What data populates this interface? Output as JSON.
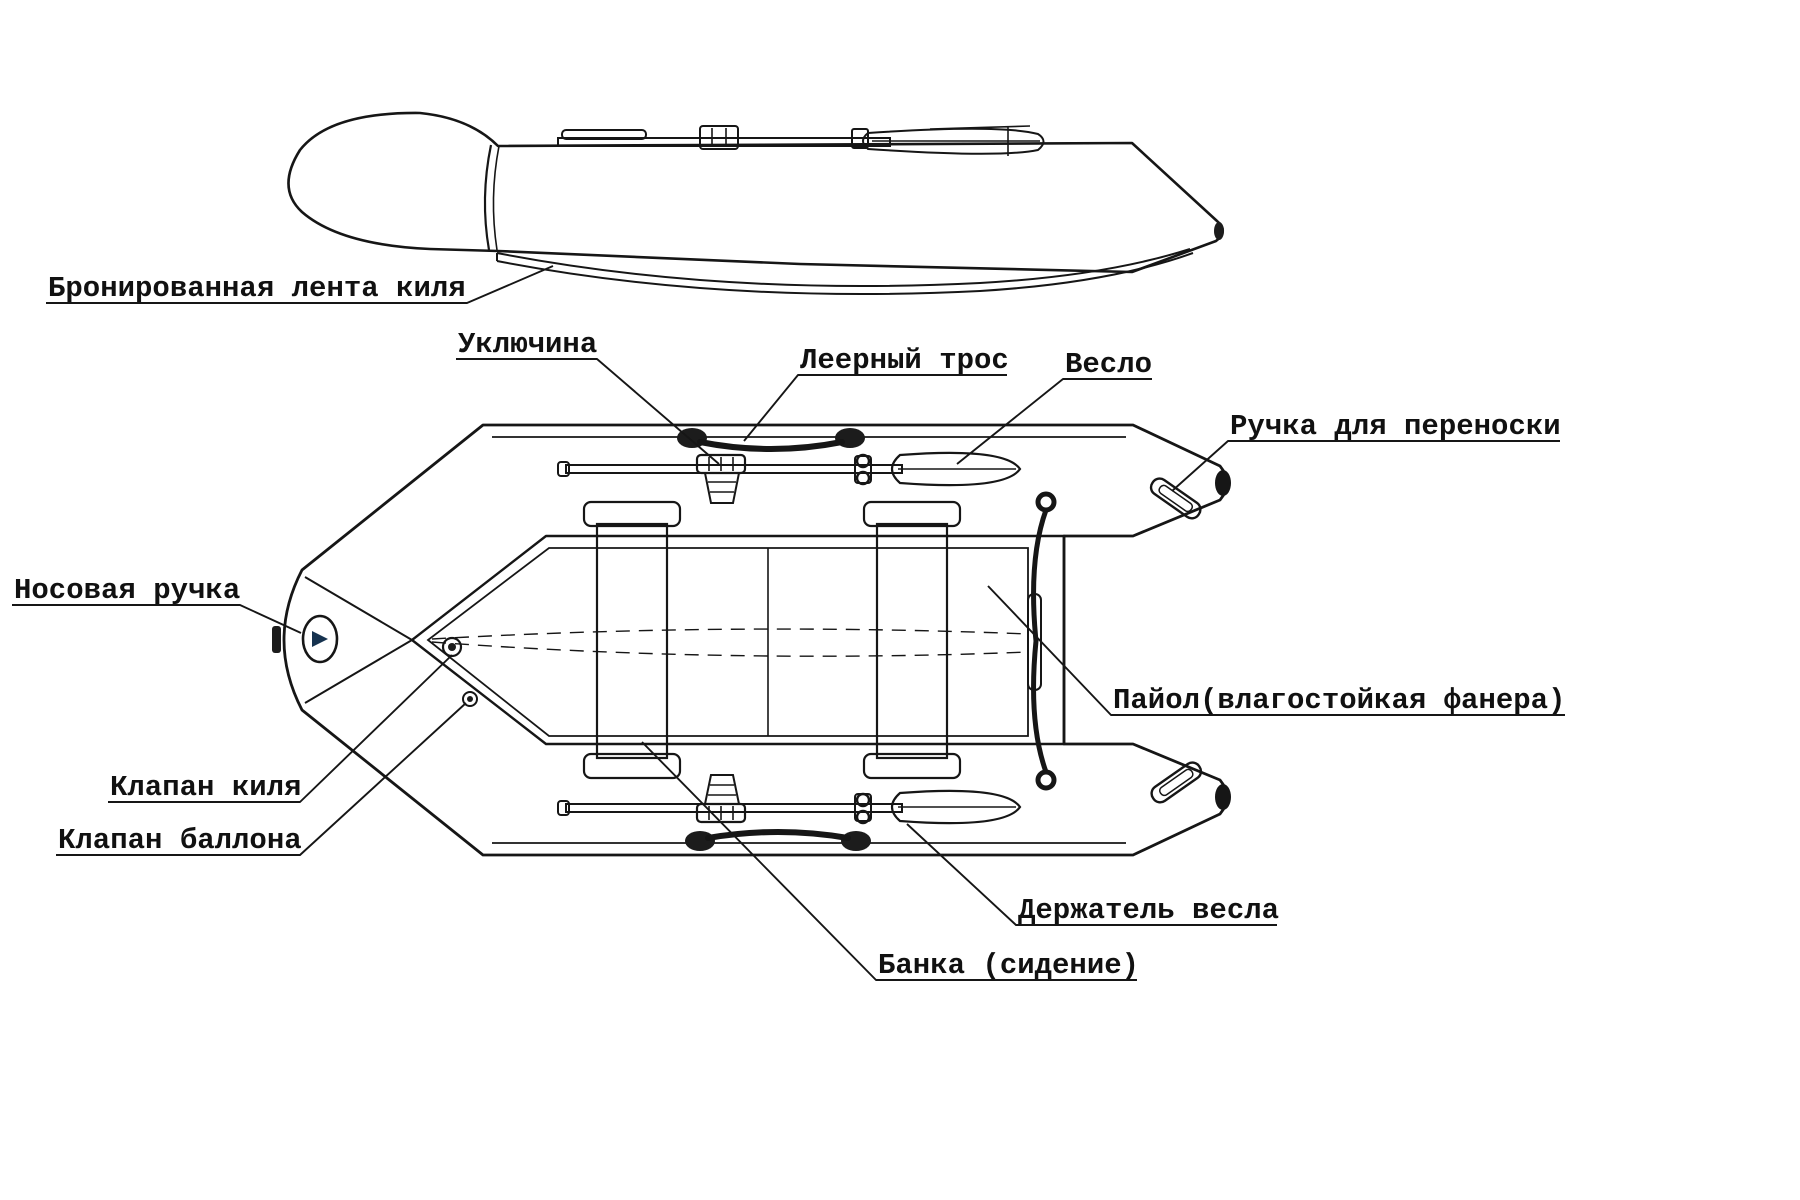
{
  "diagram": {
    "labels": {
      "keel_tape": "Бронированная лента киля",
      "oarlock": "Уключина",
      "grab_rope": "Леерный трос",
      "oar": "Весло",
      "carry_handle": "Ручка для переноски",
      "bow_handle": "Носовая ручка",
      "floorboard": "Пайол(влагостойкая фанера)",
      "keel_valve": "Клапан киля",
      "tube_valve": "Клапан баллона",
      "oar_holder": "Держатель весла",
      "seat": "Банка (сидение)"
    },
    "colors": {
      "line": "#161616",
      "background": "#ffffff",
      "floor_fill": "#f4f4f2",
      "mesh_fill": "#e8e8e6",
      "fitting_dark": "#1c1c1c"
    }
  }
}
